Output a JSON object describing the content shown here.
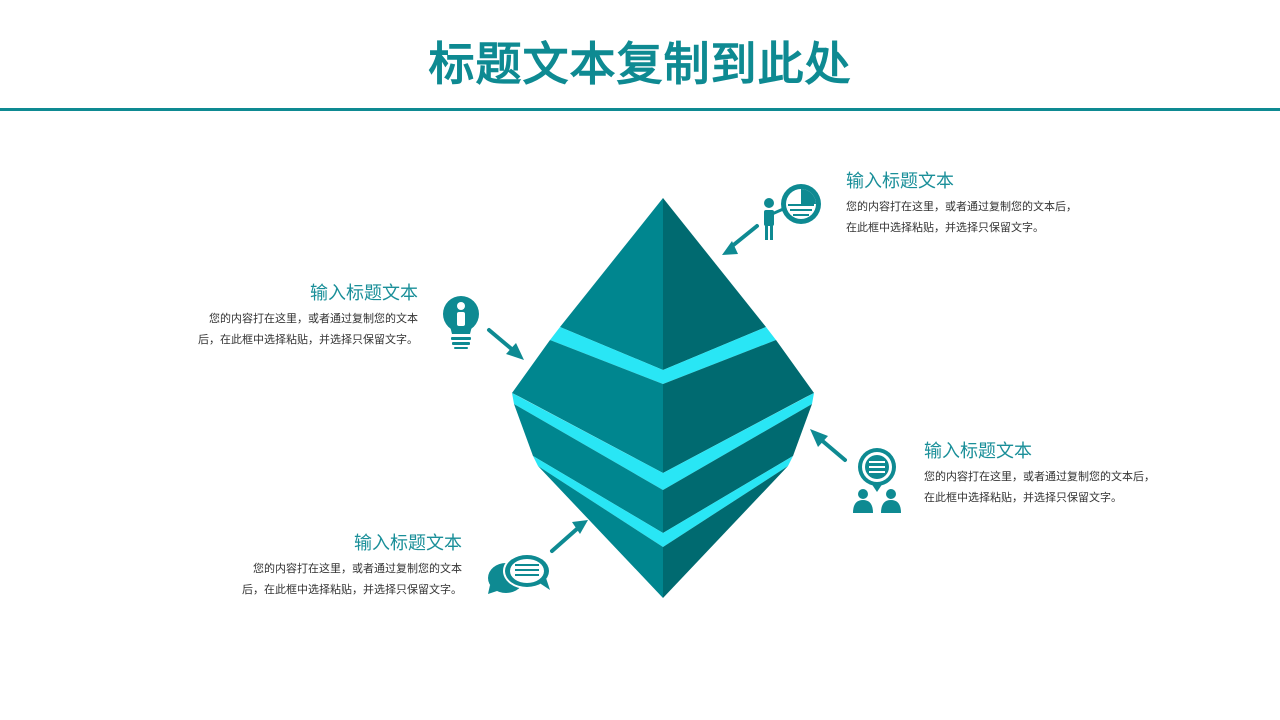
{
  "title": "标题文本复制到此处",
  "colors": {
    "accent": "#0e8a92",
    "light_face": "#00848d",
    "dark_face": "#006a70",
    "band": "#29e6f5",
    "heading": "#1a8f99"
  },
  "items": [
    {
      "position": "top-right",
      "icon": "presentation-icon",
      "heading": "输入标题文本",
      "line1": "您的内容打在这里，或者通过复制您的文本后，",
      "line2": "在此框中选择粘贴，并选择只保留文字。"
    },
    {
      "position": "left",
      "icon": "lightbulb-icon",
      "heading": "输入标题文本",
      "line1": "您的内容打在这里，或者通过复制您的文本",
      "line2": "后，在此框中选择粘贴，并选择只保留文字。"
    },
    {
      "position": "right",
      "icon": "discussion-icon",
      "heading": "输入标题文本",
      "line1": "您的内容打在这里，或者通过复制您的文本后，",
      "line2": "在此框中选择粘贴，并选择只保留文字。"
    },
    {
      "position": "bottom-left",
      "icon": "chat-bubbles-icon",
      "heading": "输入标题文本",
      "line1": "您的内容打在这里，或者通过复制您的文本",
      "line2": "后，在此框中选择粘贴，并选择只保留文字。"
    }
  ]
}
